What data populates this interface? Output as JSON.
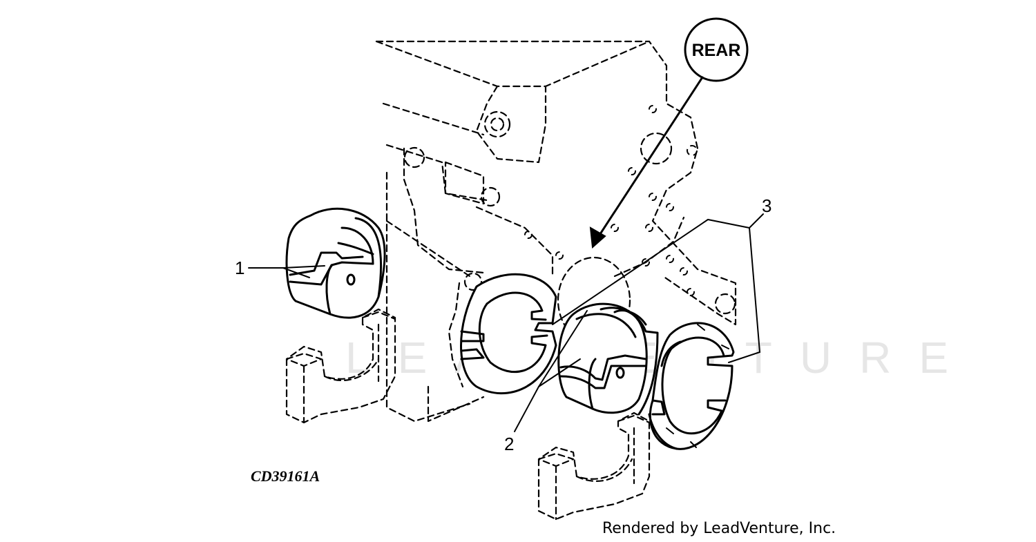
{
  "callouts": {
    "part_1": "1",
    "part_2": "2",
    "part_3": "3"
  },
  "rear_marker": "REAR",
  "figure_id": "CD39161A",
  "credit": "Rendered by LeadVenture, Inc.",
  "watermark": "LEADVENTURE"
}
